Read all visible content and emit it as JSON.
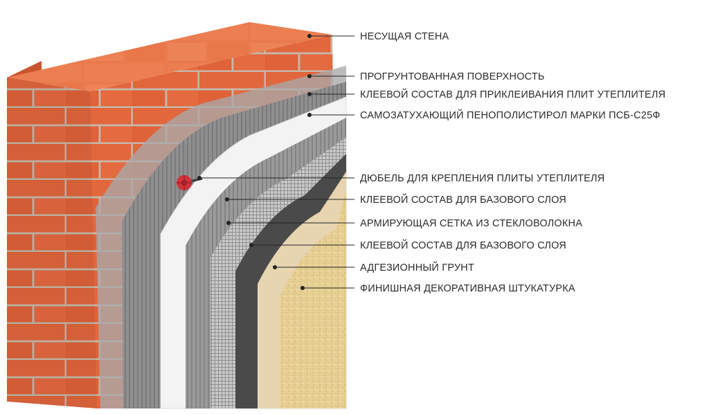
{
  "colors": {
    "brick": "#e0643a",
    "brick_top": "#e97a4e",
    "mortar": "#c4b8ad",
    "primer": "#a9a9a9",
    "glue": "#8f8f8f",
    "eps": "#f2f2f2",
    "base_coat": "#979797",
    "mesh": "#bdbdbd",
    "base_coat_dark": "#4a4a4a",
    "adhesion_primer": "#e7d4b0",
    "plaster": "#e6cf93",
    "dowel": "#d2323c",
    "leader": "#222222",
    "label": "#2b2b2b"
  },
  "labels": [
    {
      "id": "bearing-wall",
      "text": "НЕСУЩАЯ СТЕНА"
    },
    {
      "id": "primed-surface",
      "text": "ПРОГРУНТОВАННАЯ ПОВЕРХНОСТЬ"
    },
    {
      "id": "insulation-adhesive",
      "text": "КЛЕЕВОЙ СОСТАВ ДЛЯ ПРИКЛЕИВАНИЯ ПЛИТ УТЕПЛИТЕЛЯ"
    },
    {
      "id": "eps-board",
      "text": "САМОЗАТУХАЮЩИЙ ПЕНОПОЛИСТИРОЛ МАРКИ ПСБ-С25Ф"
    },
    {
      "id": "insulation-dowel",
      "text": "ДЮБЕЛЬ ДЛЯ КРЕПЛЕНИЯ ПЛИТЫ УТЕПЛИТЕЛЯ"
    },
    {
      "id": "base-coat-1",
      "text": "КЛЕЕВОЙ СОСТАВ ДЛЯ БАЗОВОГО СЛОЯ"
    },
    {
      "id": "fiberglass-mesh",
      "text": "АРМИРУЮЩАЯ СЕТКА ИЗ СТЕКЛОВОЛОКНА"
    },
    {
      "id": "base-coat-2",
      "text": "КЛЕЕВОЙ СОСТАВ ДЛЯ БАЗОВОГО СЛОЯ"
    },
    {
      "id": "adhesion-primer",
      "text": "АДГЕЗИОННЫЙ ГРУНТ"
    },
    {
      "id": "finish-plaster",
      "text": "ФИНИШНАЯ ДЕКОРАТИВНАЯ ШТУКАТУРКА"
    }
  ]
}
